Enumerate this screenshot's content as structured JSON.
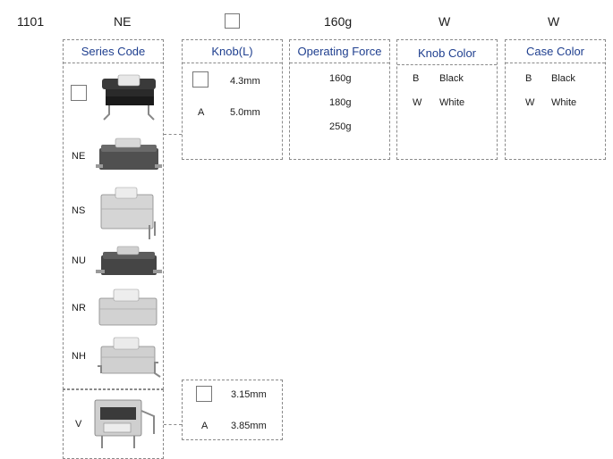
{
  "header": {
    "part_number": "1101",
    "series": "NE",
    "knob": "",
    "force": "160g",
    "knob_color": "W",
    "case_color": "W"
  },
  "series_code": {
    "title": "Series Code",
    "items": [
      {
        "code": "",
        "style": "black-top"
      },
      {
        "code": "NE",
        "style": "dark-smd"
      },
      {
        "code": "NS",
        "style": "silver-tall"
      },
      {
        "code": "NU",
        "style": "dark-smd"
      },
      {
        "code": "NR",
        "style": "silver-smd"
      },
      {
        "code": "NH",
        "style": "silver-smd"
      },
      {
        "code": "V",
        "style": "vertical"
      }
    ]
  },
  "knob_length": {
    "title": "Knob(L)",
    "options": [
      {
        "code": "",
        "value": "4.3mm"
      },
      {
        "code": "A",
        "value": "5.0mm"
      }
    ],
    "v_options": [
      {
        "code": "",
        "value": "3.15mm"
      },
      {
        "code": "A",
        "value": "3.85mm"
      }
    ]
  },
  "operating_force": {
    "title": "Operating Force",
    "options": [
      "160g",
      "180g",
      "250g"
    ]
  },
  "knob_color": {
    "title": "Knob Color",
    "options": [
      {
        "code": "B",
        "label": "Black"
      },
      {
        "code": "W",
        "label": "White"
      }
    ]
  },
  "case_color": {
    "title": "Case Color",
    "options": [
      {
        "code": "B",
        "label": "Black"
      },
      {
        "code": "W",
        "label": "White"
      }
    ]
  },
  "colors": {
    "title_blue": "#1f3f8f",
    "border_gray": "#8a8a8a"
  }
}
